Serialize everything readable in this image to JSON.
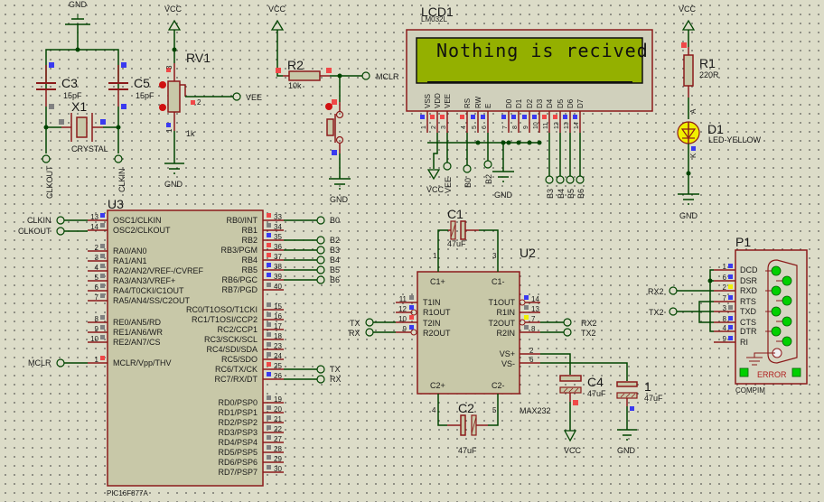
{
  "app": "Proteus ISIS schematic",
  "colors": {
    "background": "#dcdcc8",
    "wire": "#004400",
    "pin": "#8b1a1a",
    "body": "#c8c8a8",
    "lcd_screen": "#94b000",
    "led": "#f0f000",
    "pin_high": "#f04848",
    "pin_low": "#3a3af0",
    "pin_float": "#808080",
    "led_green": "#00d000"
  },
  "power": {
    "gnd": "GND",
    "vcc": "VCC"
  },
  "crystal": {
    "c3_ref": "C3",
    "c3_val": "15pF",
    "c5_ref": "C5",
    "c5_val": "15pF",
    "x1_ref": "X1",
    "x1_val": "CRYSTAL",
    "term_clkout": "CLKOUT",
    "term_clkin": "CLKIN"
  },
  "rv1": {
    "ref": "RV1",
    "value": "1k",
    "pin1": "1",
    "pin2": "2",
    "pin3": "3",
    "term": "VEE"
  },
  "r2": {
    "ref": "R2",
    "value": "10k",
    "term": "MCLR"
  },
  "lcd": {
    "ref": "LCD1",
    "model": "LM032L",
    "line1": "Nothing is recived",
    "line2": "",
    "pins": [
      {
        "name": "VSS",
        "num": "1"
      },
      {
        "name": "VDD",
        "num": "2"
      },
      {
        "name": "VEE",
        "num": "3"
      },
      {
        "name": "RS",
        "num": "4"
      },
      {
        "name": "RW",
        "num": "5"
      },
      {
        "name": "E",
        "num": "6"
      },
      {
        "name": "D0",
        "num": "7"
      },
      {
        "name": "D1",
        "num": "8"
      },
      {
        "name": "D2",
        "num": "9"
      },
      {
        "name": "D3",
        "num": "10"
      },
      {
        "name": "D4",
        "num": "11"
      },
      {
        "name": "D5",
        "num": "12"
      },
      {
        "name": "D6",
        "num": "13"
      },
      {
        "name": "D7",
        "num": "14"
      }
    ],
    "terms": {
      "vcc": "VCC",
      "vee": "VEE",
      "b0": "B0",
      "b2": "B2",
      "gnd": "GND",
      "b3": "B3",
      "b4": "B4",
      "b5": "B5",
      "b6": "B6"
    }
  },
  "r1": {
    "ref": "R1",
    "value": "220R"
  },
  "d1": {
    "ref": "D1",
    "value": "LED-YELLOW",
    "anode": "A",
    "cathode": "K"
  },
  "u3": {
    "ref": "U3",
    "part": "PIC16F877A",
    "left_terms": {
      "clkin": "CLKIN",
      "clkout": "CLKOUT",
      "mclr": "MCLR"
    },
    "left_pins": [
      {
        "num": "13",
        "name": "OSC1/CLKIN"
      },
      {
        "num": "14",
        "name": "OSC2/CLKOUT"
      },
      {
        "num": "2",
        "name": "RA0/AN0"
      },
      {
        "num": "3",
        "name": "RA1/AN1"
      },
      {
        "num": "4",
        "name": "RA2/AN2/VREF-/CVREF"
      },
      {
        "num": "5",
        "name": "RA3/AN3/VREF+"
      },
      {
        "num": "6",
        "name": "RA4/T0CKI/C1OUT"
      },
      {
        "num": "7",
        "name": "RA5/AN4/SS/C2OUT"
      },
      {
        "num": "8",
        "name": "RE0/AN5/RD"
      },
      {
        "num": "9",
        "name": "RE1/AN6/WR"
      },
      {
        "num": "10",
        "name": "RE2/AN7/CS"
      },
      {
        "num": "1",
        "name": "MCLR/Vpp/THV"
      }
    ],
    "right_pins": [
      {
        "num": "33",
        "name": "RB0/INT"
      },
      {
        "num": "34",
        "name": "RB1"
      },
      {
        "num": "35",
        "name": "RB2"
      },
      {
        "num": "36",
        "name": "RB3/PGM"
      },
      {
        "num": "37",
        "name": "RB4"
      },
      {
        "num": "38",
        "name": "RB5"
      },
      {
        "num": "39",
        "name": "RB6/PGC"
      },
      {
        "num": "40",
        "name": "RB7/PGD"
      },
      {
        "num": "15",
        "name": "RC0/T1OSO/T1CKI"
      },
      {
        "num": "16",
        "name": "RC1/T1OSI/CCP2"
      },
      {
        "num": "17",
        "name": "RC2/CCP1"
      },
      {
        "num": "18",
        "name": "RC3/SCK/SCL"
      },
      {
        "num": "23",
        "name": "RC4/SDI/SDA"
      },
      {
        "num": "24",
        "name": "RC5/SDO"
      },
      {
        "num": "25",
        "name": "RC6/TX/CK"
      },
      {
        "num": "26",
        "name": "RC7/RX/DT"
      },
      {
        "num": "19",
        "name": "RD0/PSP0"
      },
      {
        "num": "20",
        "name": "RD1/PSP1"
      },
      {
        "num": "21",
        "name": "RD2/PSP2"
      },
      {
        "num": "22",
        "name": "RD3/PSP3"
      },
      {
        "num": "27",
        "name": "RD4/PSP4"
      },
      {
        "num": "28",
        "name": "RD5/PSP5"
      },
      {
        "num": "29",
        "name": "RD6/PSP6"
      },
      {
        "num": "30",
        "name": "RD7/PSP7"
      }
    ],
    "right_terms": {
      "b0": "B0",
      "b2": "B2",
      "b3": "B3",
      "b4": "B4",
      "b5": "B5",
      "b6": "B6",
      "tx": "TX",
      "rx": "RX"
    }
  },
  "u2": {
    "ref": "U2",
    "part": "MAX232",
    "pins": {
      "c1p": "C1+",
      "c1m": "C1-",
      "c2p": "C2+",
      "c2m": "C2-",
      "t1in": "T1IN",
      "r1out": "R1OUT",
      "t2in": "T2IN",
      "r2out": "R2OUT",
      "t1out": "T1OUT",
      "r1in": "R1IN",
      "t2out": "T2OUT",
      "r2in": "R2IN",
      "vsp": "VS+",
      "vsm": "VS-"
    },
    "nums": {
      "p1": "1",
      "p3": "3",
      "p11": "11",
      "p12": "12",
      "p10": "10",
      "p9": "9",
      "p14": "14",
      "p13": "13",
      "p7": "7",
      "p8": "8",
      "p2": "2",
      "p6": "6",
      "p4": "4",
      "p5": "5"
    },
    "terms": {
      "tx": "TX",
      "rx": "RX",
      "rx2": "RX2",
      "tx2": "TX2"
    }
  },
  "c1": {
    "ref": "C1",
    "value": "47uF"
  },
  "c2": {
    "ref": "C2",
    "value": "47uF"
  },
  "c4": {
    "ref": "C4",
    "value": "47uF"
  },
  "c_unnamed": {
    "ref": "1",
    "value": "47uF"
  },
  "p1": {
    "ref": "P1",
    "part": "COMPIM",
    "status": "ERROR",
    "pins": [
      {
        "num": "1",
        "name": "DCD"
      },
      {
        "num": "6",
        "name": "DSR"
      },
      {
        "num": "2",
        "name": "RXD"
      },
      {
        "num": "7",
        "name": "RTS"
      },
      {
        "num": "3",
        "name": "TXD"
      },
      {
        "num": "8",
        "name": "CTS"
      },
      {
        "num": "4",
        "name": "DTR"
      },
      {
        "num": "9",
        "name": "RI"
      }
    ],
    "terms": {
      "rx2": "RX2",
      "tx2": "TX2"
    }
  }
}
